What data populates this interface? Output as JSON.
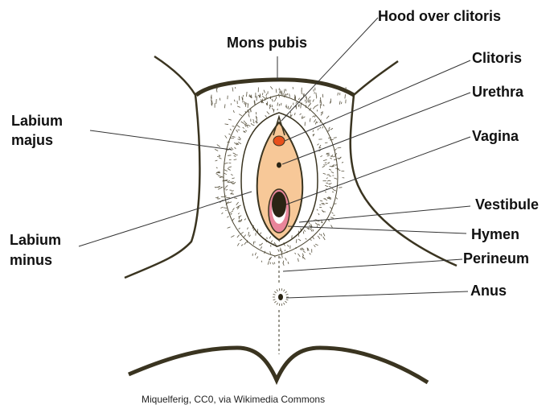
{
  "labels": {
    "hood_over_clitoris": "Hood over clitoris",
    "mons_pubis": "Mons pubis",
    "clitoris": "Clitoris",
    "urethra": "Urethra",
    "labium_majus_line1": "Labium",
    "labium_majus_line2": "majus",
    "vagina": "Vagina",
    "vestibule": "Vestibule",
    "hymen": "Hymen",
    "labium_minus_line1": "Labium",
    "labium_minus_line2": "minus",
    "perineum": "Perineum",
    "anus": "Anus"
  },
  "credit": "Miquelferig, CC0, via Wikimedia Commons",
  "colors": {
    "outline": "#3a3420",
    "vestibule_fill": "#f7c898",
    "clitoris_fill": "#e8501c",
    "hymen_fill": "#e9859a",
    "hymen_inner": "#ffffff",
    "opening_fill": "#2a2414",
    "leader_line": "#333333"
  }
}
